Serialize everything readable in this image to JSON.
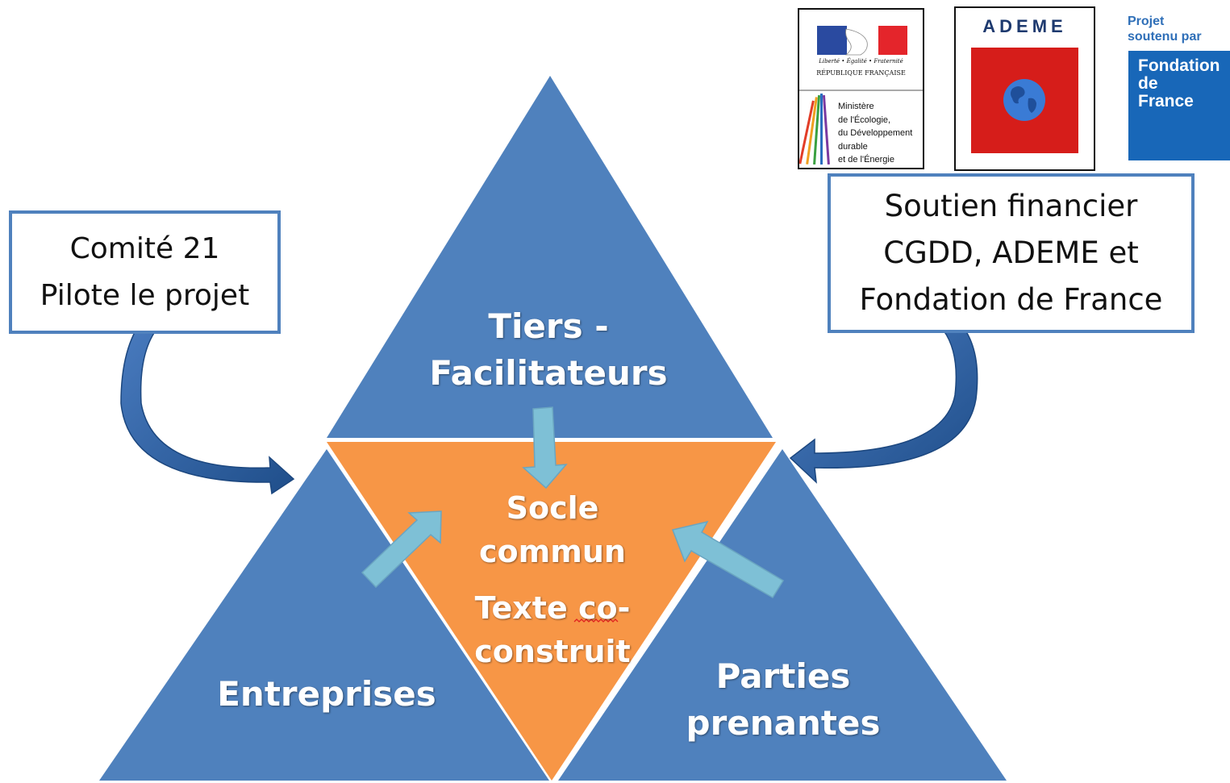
{
  "callouts": {
    "left": {
      "line1": "Comité 21",
      "line2": "Pilote le projet"
    },
    "right": {
      "line1": "Soutien financier",
      "line2": "CGDD, ADEME et",
      "line3": "Fondation de France"
    }
  },
  "triangles": {
    "top": {
      "line1": "Tiers -",
      "line2": "Facilitateurs"
    },
    "left": {
      "label": "Entreprises"
    },
    "right": {
      "line1": "Parties",
      "line2": "prenantes"
    },
    "center": {
      "line1": "Socle",
      "line2": "commun",
      "line3": "Texte co-",
      "line4": "construit"
    }
  },
  "logos": {
    "republique": {
      "motto": "Liberté • Égalité • Fraternité",
      "name": "RÉPUBLIQUE FRANÇAISE",
      "ministry": [
        "Ministère",
        "de l'Écologie,",
        "du Développement",
        "durable",
        "et de l'Énergie"
      ]
    },
    "ademe": {
      "name": "ADEME"
    },
    "fondation": {
      "caption_line1": "Projet",
      "caption_line2": "soutenu par",
      "line1": "Fondation",
      "line2": "de",
      "line3": "France"
    }
  },
  "colors": {
    "blue": "#4f81bd",
    "orange": "#f79646",
    "arrow_dark": "#3a6aa4",
    "arrow_light": "#7ec0d6"
  }
}
